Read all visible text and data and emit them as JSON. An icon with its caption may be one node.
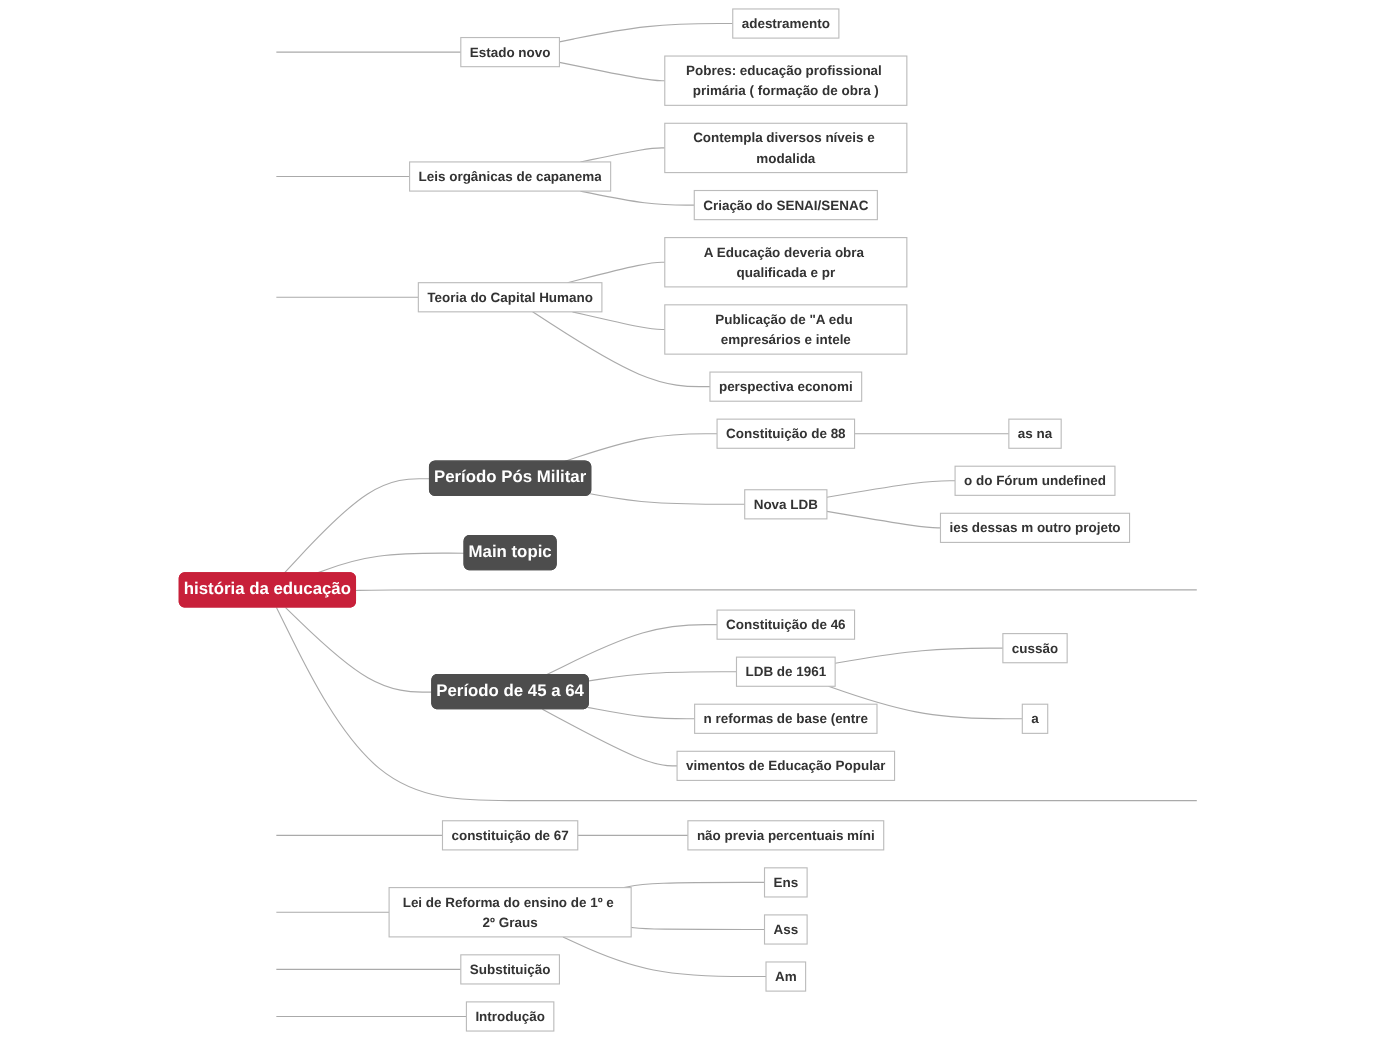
{
  "diagram": {
    "nodes": [
      {
        "text": [
          "história da educação"
        ]
      },
      {
        "text": [
          "Período Pós Militar"
        ]
      },
      {
        "text": [
          "Constituição de 88"
        ]
      },
      {
        "text": [
          "as na"
        ]
      },
      {
        "text": [
          "Nova LDB"
        ]
      },
      {
        "text": [
          "o do Fórum undefined"
        ]
      },
      {
        "text": [
          "ies dessas m outro projeto"
        ]
      },
      {
        "text": [
          "Main topic"
        ]
      },
      {
        "text": [
          "Estado novo"
        ]
      },
      {
        "text": [
          "adestramento"
        ]
      },
      {
        "text": [
          "Pobres: educação profissional primária ( formação de obra )"
        ]
      },
      {
        "text": [
          "Leis orgânicas de capanema"
        ]
      },
      {
        "text": [
          "Contempla diversos níveis e modalida"
        ]
      },
      {
        "text": [
          "Criação do SENAI/SENAC"
        ]
      },
      {
        "text": [
          "Período de 45 a 64"
        ]
      },
      {
        "text": [
          "Constituição de 46"
        ]
      },
      {
        "text": [
          "LDB de 1961"
        ]
      },
      {
        "text": [
          "cussão"
        ]
      },
      {
        "text": [
          "a"
        ]
      },
      {
        "text": [
          "n reformas de base (entre"
        ]
      },
      {
        "text": [
          "vimentos de Educação Popular"
        ]
      },
      {
        "text": [
          "Teoria do Capital Humano"
        ]
      },
      {
        "text": [
          "A Educação deveria obra qualificada e pr"
        ]
      },
      {
        "text": [
          "Publicação de \"A edu empresários e intele"
        ]
      },
      {
        "text": [
          "perspectiva economi"
        ]
      },
      {
        "text": [
          "constituição de 67"
        ]
      },
      {
        "text": [
          "não previa percentuais míni"
        ]
      },
      {
        "text": [
          "Lei de Reforma do ensino de 1º e 2º Graus"
        ]
      },
      {
        "text": [
          "Ens"
        ]
      },
      {
        "text": [
          "Ass"
        ]
      },
      {
        "text": [
          "Am"
        ]
      },
      {
        "text": [
          "Substituição"
        ]
      },
      {
        "text": [
          "Introdução"
        ]
      }
    ],
    "edges": [
      {
        "from": 0,
        "to": 1,
        "arrow": "none"
      },
      {
        "from": 1,
        "to": 2,
        "arrow": "none"
      },
      {
        "from": 2,
        "to": 3,
        "arrow": "none"
      },
      {
        "from": 1,
        "to": 4,
        "arrow": "none"
      },
      {
        "from": 4,
        "to": 5,
        "arrow": "none"
      },
      {
        "from": 4,
        "to": 6,
        "arrow": "none"
      },
      {
        "from": 0,
        "to": 7,
        "arrow": "none"
      },
      {
        "from": 0,
        "to": null,
        "arrow": "none"
      },
      {
        "from": null,
        "to": 8,
        "arrow": "none"
      },
      {
        "from": 8,
        "to": 9,
        "arrow": "none"
      },
      {
        "from": 8,
        "to": 10,
        "arrow": "none"
      },
      {
        "from": null,
        "to": 11,
        "arrow": "none"
      },
      {
        "from": 11,
        "to": 12,
        "arrow": "none"
      },
      {
        "from": 11,
        "to": 13,
        "arrow": "none"
      },
      {
        "from": 0,
        "to": 14,
        "arrow": "none"
      },
      {
        "from": 14,
        "to": 15,
        "arrow": "none"
      },
      {
        "from": 14,
        "to": 16,
        "arrow": "none"
      },
      {
        "from": 16,
        "to": 17,
        "arrow": "none"
      },
      {
        "from": 16,
        "to": 18,
        "arrow": "none"
      },
      {
        "from": 14,
        "to": 19,
        "arrow": "none"
      },
      {
        "from": 14,
        "to": 20,
        "arrow": "none"
      },
      {
        "from": 0,
        "to": null,
        "arrow": "none"
      },
      {
        "from": null,
        "to": 21,
        "arrow": "none"
      },
      {
        "from": 21,
        "to": 22,
        "arrow": "none"
      },
      {
        "from": 21,
        "to": 23,
        "arrow": "none"
      },
      {
        "from": 21,
        "to": 24,
        "arrow": "none"
      },
      {
        "from": null,
        "to": 25,
        "arrow": "none"
      },
      {
        "from": 25,
        "to": 26,
        "arrow": "none"
      },
      {
        "from": null,
        "to": 27,
        "arrow": "none"
      },
      {
        "from": 27,
        "to": 28,
        "arrow": "none"
      },
      {
        "from": 27,
        "to": 29,
        "arrow": "none"
      },
      {
        "from": 27,
        "to": 30,
        "arrow": "none"
      },
      {
        "from": null,
        "to": 31,
        "arrow": "none"
      },
      {
        "from": null,
        "to": 32,
        "arrow": "none"
      }
    ]
  }
}
